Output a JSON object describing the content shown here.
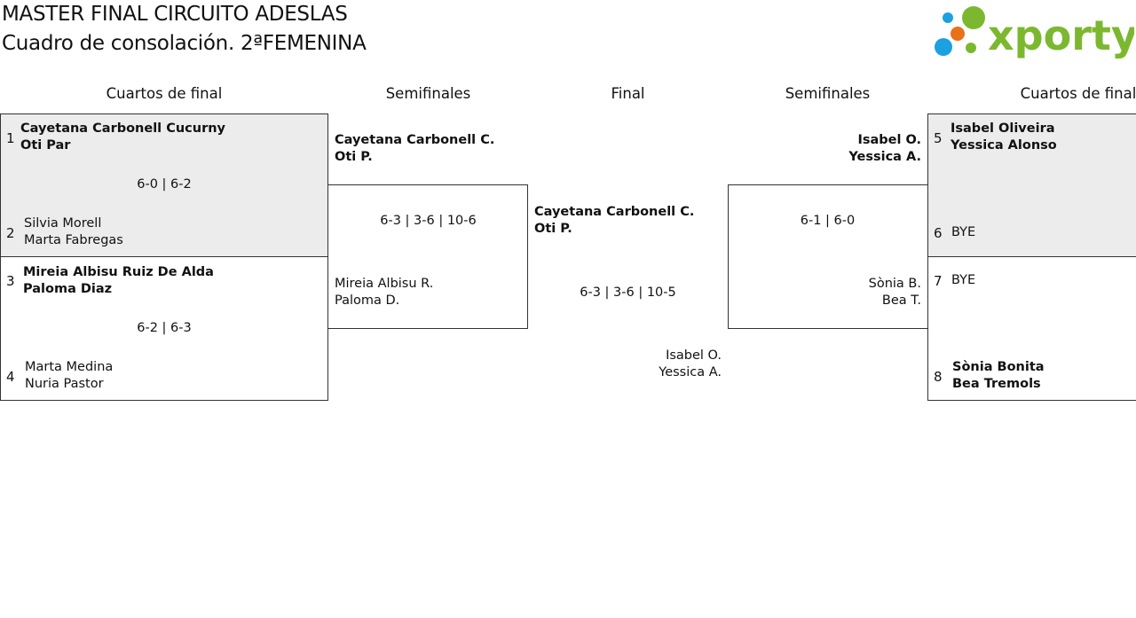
{
  "header": {
    "title": "MASTER FINAL CIRCUITO ADESLAS",
    "subtitle": "Cuadro de consolación. 2ªFEMENINA",
    "logo_text": "xporty"
  },
  "colors": {
    "logo_green": "#7cb82f",
    "logo_blue": "#1ba0e2",
    "logo_orange": "#e8711a",
    "seed_bg": "#ececec"
  },
  "rounds": {
    "left_qf": "Cuartos de final",
    "left_sf": "Semifinales",
    "final": "Final",
    "right_sf": "Semifinales",
    "right_qf": "Cuartos de final"
  },
  "qf": [
    {
      "seed": "1",
      "p1": "Cayetana Carbonell Cucurny",
      "p2": "Oti Par"
    },
    {
      "seed": "2",
      "p1": "Silvia Morell",
      "p2": "Marta Fabregas"
    },
    {
      "seed": "3",
      "p1": "Mireia Albisu Ruiz De Alda",
      "p2": "Paloma Diaz"
    },
    {
      "seed": "4",
      "p1": "Marta Medina",
      "p2": "Nuria Pastor"
    },
    {
      "seed": "5",
      "p1": "Isabel Oliveira",
      "p2": "Yessica Alonso"
    },
    {
      "seed": "6",
      "p1": "BYE"
    },
    {
      "seed": "7",
      "p1": "BYE"
    },
    {
      "seed": "8",
      "p1": "Sònia Bonita",
      "p2": "Bea Tremols"
    }
  ],
  "qf_scores": [
    "6-0 | 6-2",
    "6-2 | 6-3"
  ],
  "sf_left": {
    "top": [
      "Cayetana Carbonell C.",
      "Oti P."
    ],
    "bottom": [
      "Mireia Albisu R.",
      "Paloma D."
    ],
    "score": "6-3 | 3-6 | 10-6"
  },
  "sf_right": {
    "top": [
      "Isabel O.",
      "Yessica A."
    ],
    "bottom": [
      "Sònia B.",
      "Bea T."
    ],
    "score": "6-1 | 6-0"
  },
  "final": {
    "winner": [
      "Cayetana Carbonell C.",
      "Oti P."
    ],
    "runner_up": [
      "Isabel O.",
      "Yessica A."
    ],
    "score": "6-3 | 3-6 | 10-5"
  }
}
